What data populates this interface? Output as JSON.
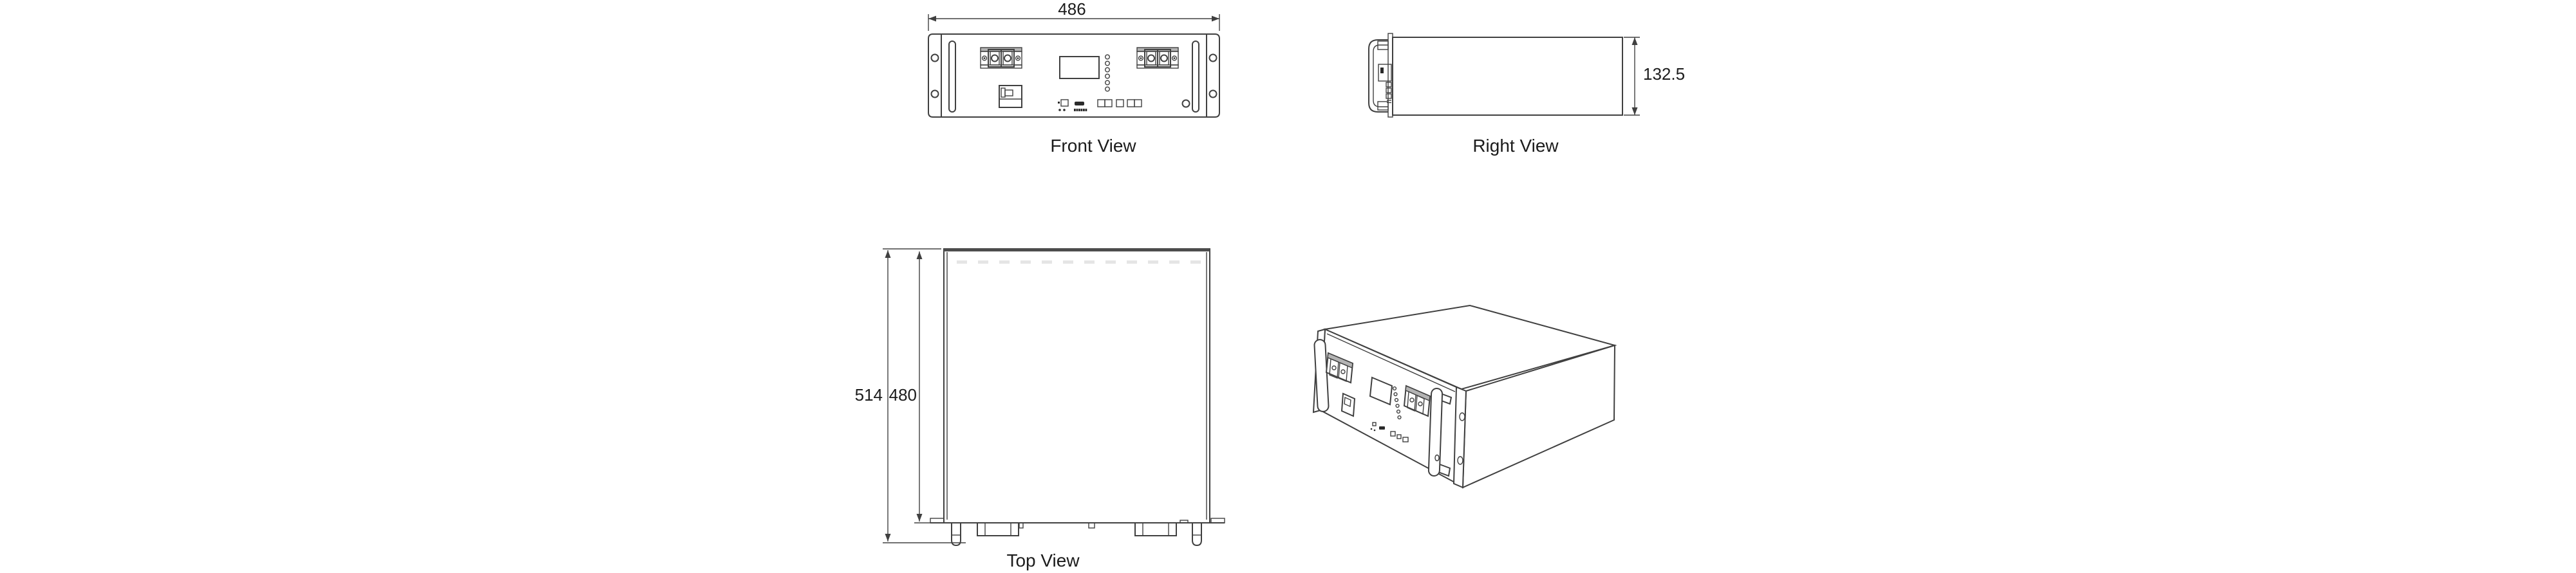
{
  "drawing": {
    "front_view": {
      "caption": "Front View",
      "width_dimension": "486"
    },
    "right_view": {
      "caption": "Right View",
      "height_dimension": "132.5"
    },
    "top_view": {
      "caption": "Top View",
      "overall_depth_dimension": "514",
      "body_depth_dimension": "480"
    },
    "isometric_view": {
      "caption": ""
    },
    "colors": {
      "background": "#ffffff",
      "line": "#404040",
      "text": "#1c1c1c",
      "terminal_bar_gray": "#b3b3b3",
      "connector_dark": "#2a2a2a",
      "vent_faint": "#dcdcdc"
    }
  }
}
